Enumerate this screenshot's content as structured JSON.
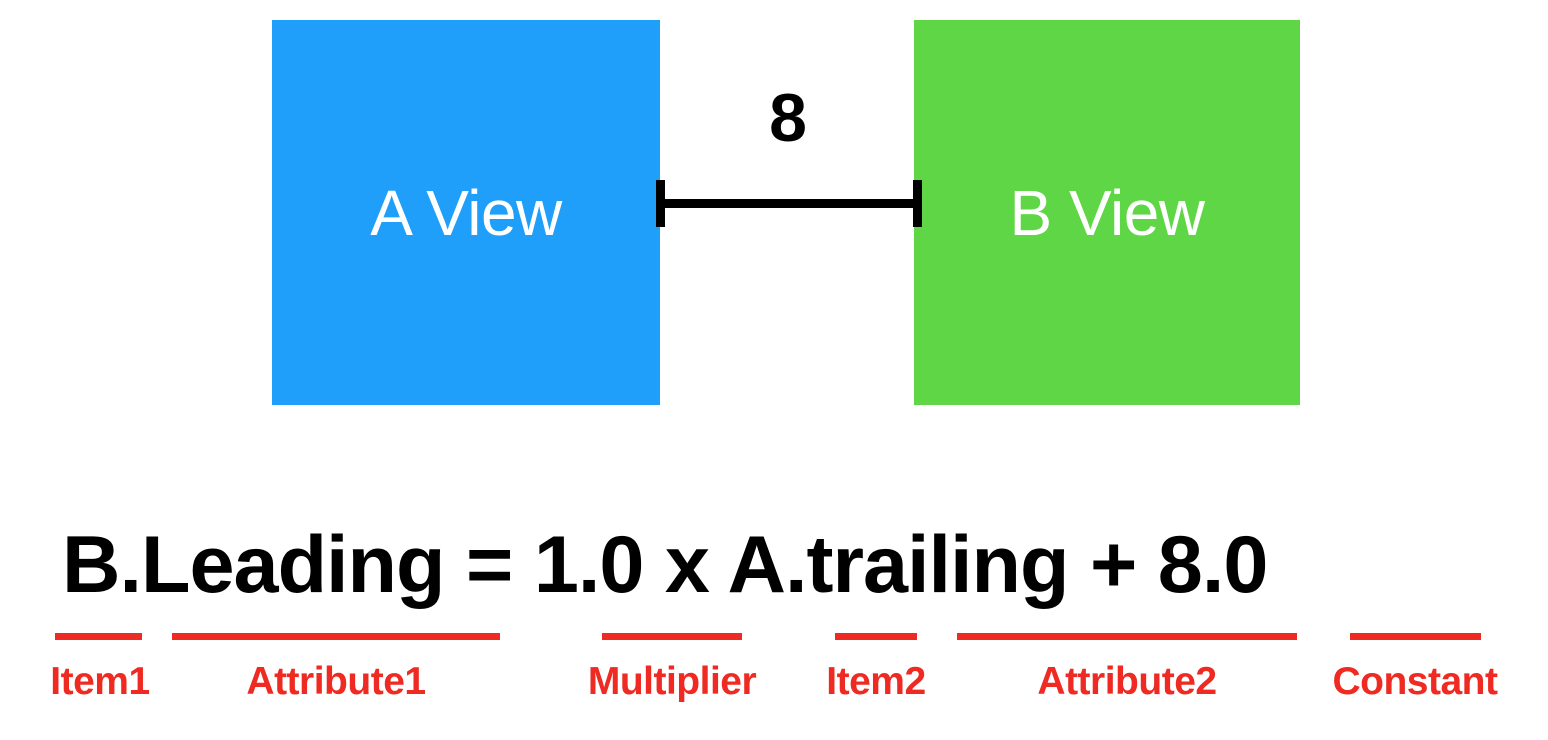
{
  "diagram": {
    "boxes": [
      {
        "id": "a-view",
        "label": "A View",
        "color": "#1F9FFA",
        "text_color": "#FFFFFF"
      },
      {
        "id": "b-view",
        "label": "B View",
        "color": "#5FD646",
        "text_color": "#FFFFFF"
      }
    ],
    "spacing": {
      "value": "8",
      "line_color": "#000000"
    }
  },
  "equation": {
    "text": "B.Leading = 1.0 x A.trailing + 8.0",
    "color": "#000000"
  },
  "annotations": {
    "color": "#EE2A22",
    "items": [
      {
        "label": "Item1",
        "term": "B"
      },
      {
        "label": "Attribute1",
        "term": "Leading"
      },
      {
        "label": "Multiplier",
        "term": "1.0"
      },
      {
        "label": "Item2",
        "term": "A"
      },
      {
        "label": "Attribute2",
        "term": "trailing"
      },
      {
        "label": "Constant",
        "term": "8.0"
      }
    ]
  }
}
